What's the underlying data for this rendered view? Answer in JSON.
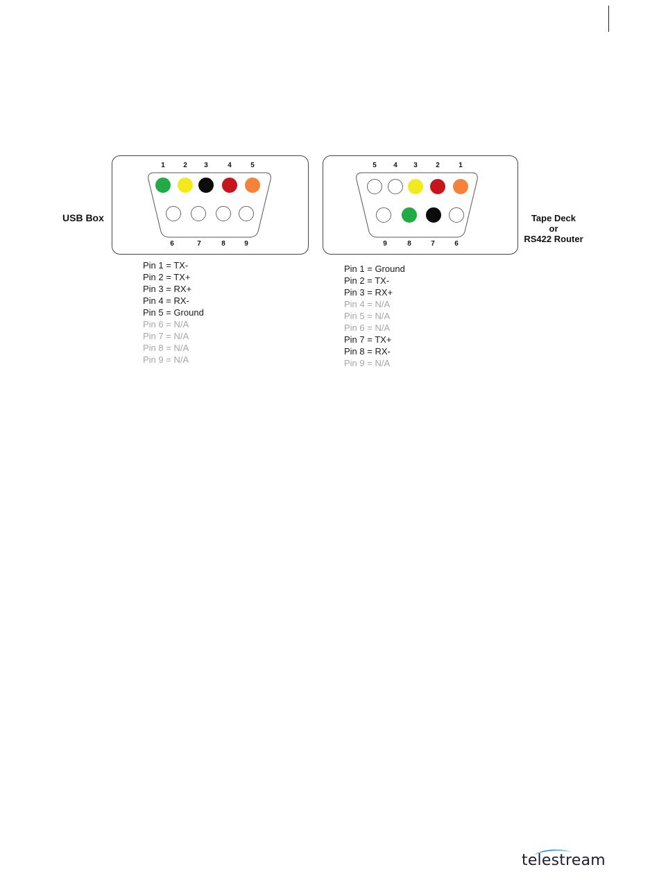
{
  "labels": {
    "usb_box": "USB Box",
    "tape_deck_line1": "Tape Deck",
    "tape_deck_line2": "or",
    "tape_deck_line3": "RS422 Router"
  },
  "left_connector": {
    "top_pins": [
      {
        "num": "1",
        "color": "#22aa44"
      },
      {
        "num": "2",
        "color": "#f2ea1e"
      },
      {
        "num": "3",
        "color": "#0c0c0c"
      },
      {
        "num": "4",
        "color": "#c4161c"
      },
      {
        "num": "5",
        "color": "#f4823a"
      }
    ],
    "bottom_pins": [
      {
        "num": "6",
        "color": "#ffffff"
      },
      {
        "num": "7",
        "color": "#ffffff"
      },
      {
        "num": "8",
        "color": "#ffffff"
      },
      {
        "num": "9",
        "color": "#ffffff"
      }
    ]
  },
  "right_connector": {
    "top_pins": [
      {
        "num": "5",
        "color": "#ffffff"
      },
      {
        "num": "4",
        "color": "#ffffff"
      },
      {
        "num": "3",
        "color": "#f2ea1e"
      },
      {
        "num": "2",
        "color": "#c4161c"
      },
      {
        "num": "1",
        "color": "#f4823a"
      }
    ],
    "bottom_pins": [
      {
        "num": "9",
        "color": "#ffffff"
      },
      {
        "num": "8",
        "color": "#22aa44"
      },
      {
        "num": "7",
        "color": "#0c0c0c"
      },
      {
        "num": "6",
        "color": "#ffffff"
      }
    ]
  },
  "left_pin_list": [
    {
      "text": "Pin 1 = TX-",
      "active": true
    },
    {
      "text": "Pin 2 = TX+",
      "active": true
    },
    {
      "text": "Pin 3 = RX+",
      "active": true
    },
    {
      "text": "Pin 4 = RX-",
      "active": true
    },
    {
      "text": "Pin 5 = Ground",
      "active": true
    },
    {
      "text": "Pin 6 = N/A",
      "active": false
    },
    {
      "text": "Pin 7 = N/A",
      "active": false
    },
    {
      "text": "Pin 8 = N/A",
      "active": false
    },
    {
      "text": "Pin 9 = N/A",
      "active": false
    }
  ],
  "right_pin_list": [
    {
      "text": "Pin 1 = Ground",
      "active": true
    },
    {
      "text": "Pin 2 = TX-",
      "active": true
    },
    {
      "text": "Pin 3 = RX+",
      "active": true
    },
    {
      "text": "Pin 4 = N/A",
      "active": false
    },
    {
      "text": "Pin 5 = N/A",
      "active": false
    },
    {
      "text": "Pin 6 = N/A",
      "active": false
    },
    {
      "text": "Pin 7 = TX+",
      "active": true
    },
    {
      "text": "Pin 8 = RX-",
      "active": true
    },
    {
      "text": "Pin 9 = N/A",
      "active": false
    }
  ],
  "brand": {
    "logo_text": "telestream",
    "logo_color": "#1ea0dc"
  }
}
